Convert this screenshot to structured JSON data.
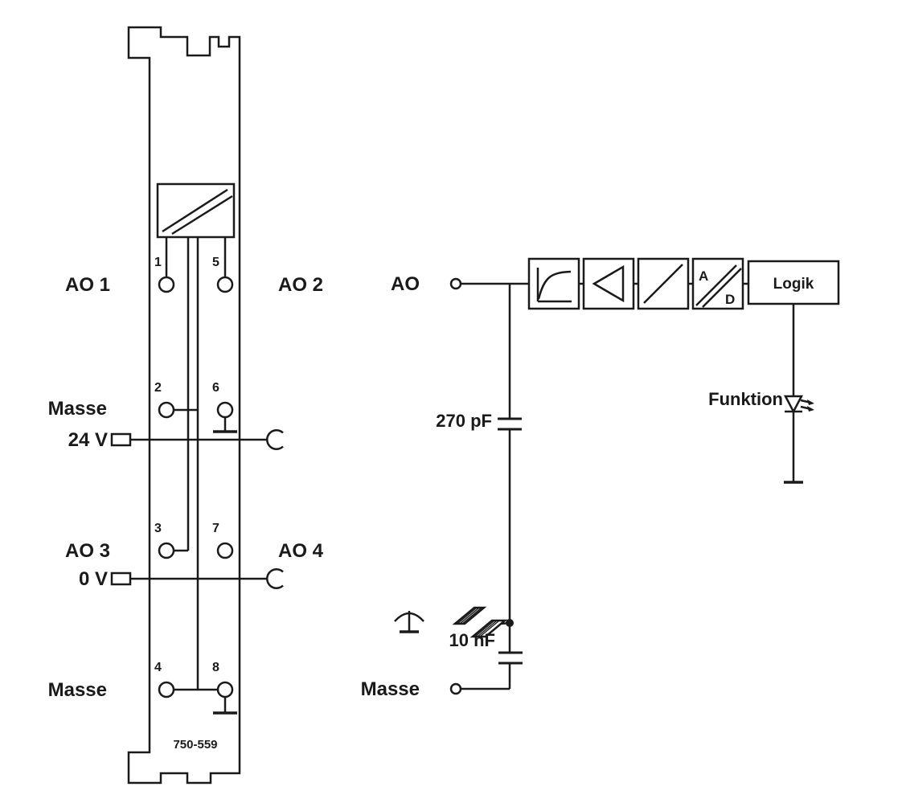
{
  "module": {
    "part_number": "750-559",
    "channel_labels": {
      "ao1": "AO 1",
      "ao2": "AO 2",
      "ao3": "AO 3",
      "ao4": "AO 4"
    },
    "power_labels": {
      "masse_top": "Masse",
      "v24": "24 V",
      "v0": "0 V",
      "masse_bottom": "Masse"
    },
    "terminals": [
      "1",
      "2",
      "3",
      "4",
      "5",
      "6",
      "7",
      "8"
    ]
  },
  "schematic": {
    "input_label": "AO",
    "ground_label": "Masse",
    "capacitor_top": "270 pF",
    "capacitor_bottom": "10 nF",
    "logic_block_label": "Logik",
    "led_label": "Funktion",
    "ad_block": {
      "a": "A",
      "d": "D"
    }
  },
  "colors": {
    "line": "#1a1a1a",
    "background": "#ffffff"
  }
}
